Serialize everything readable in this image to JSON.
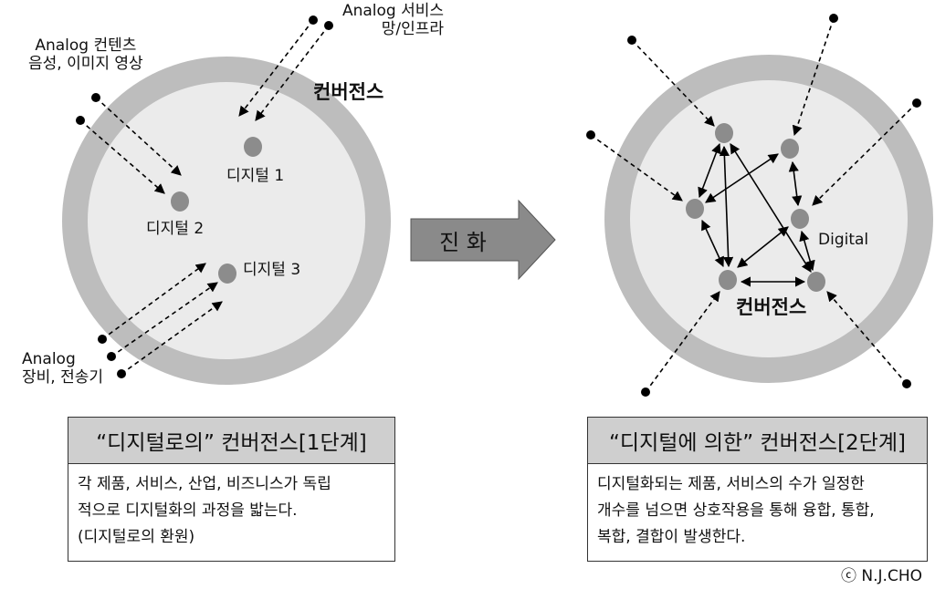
{
  "left": {
    "analog_content": [
      "Analog 컨텐츠",
      "음성, 이미지 영상"
    ],
    "analog_service": [
      "Analog 서비스",
      "망/인프라"
    ],
    "analog_equipment": [
      "Analog",
      "장비, 전송기"
    ],
    "convergence_label": "컨버전스",
    "nodes": [
      {
        "label": "디지털 1"
      },
      {
        "label": "디지털 2"
      },
      {
        "label": "디지털 3"
      }
    ],
    "box": {
      "title": "“디지털로의” 컨버전스[1단계]",
      "lines": [
        "각 제품, 서비스, 산업, 비즈니스가 독립",
        "적으로 디지털화의 과정을 밟는다.",
        "(디지털로의 환원)"
      ]
    }
  },
  "center_arrow": {
    "label": "진 화"
  },
  "right": {
    "digital_label": "Digital",
    "convergence_label": "컨버전스",
    "box": {
      "title": "“디지털에 의한” 컨버전스[2단계]",
      "lines": [
        "디지털화되는 제품, 서비스의 수가 일정한",
        "개수를 넘으면 상호작용을 통해 융합, 통합,",
        "복합, 결합이 발생한다."
      ]
    }
  },
  "copyright": "ⓒ N.J.CHO",
  "colors": {
    "ring": "#bdbdbd",
    "disc": "#ebebeb",
    "node": "#8c8c8c",
    "arrow_fill": "#8a8a8a",
    "box_header": "#cfcfcf"
  }
}
